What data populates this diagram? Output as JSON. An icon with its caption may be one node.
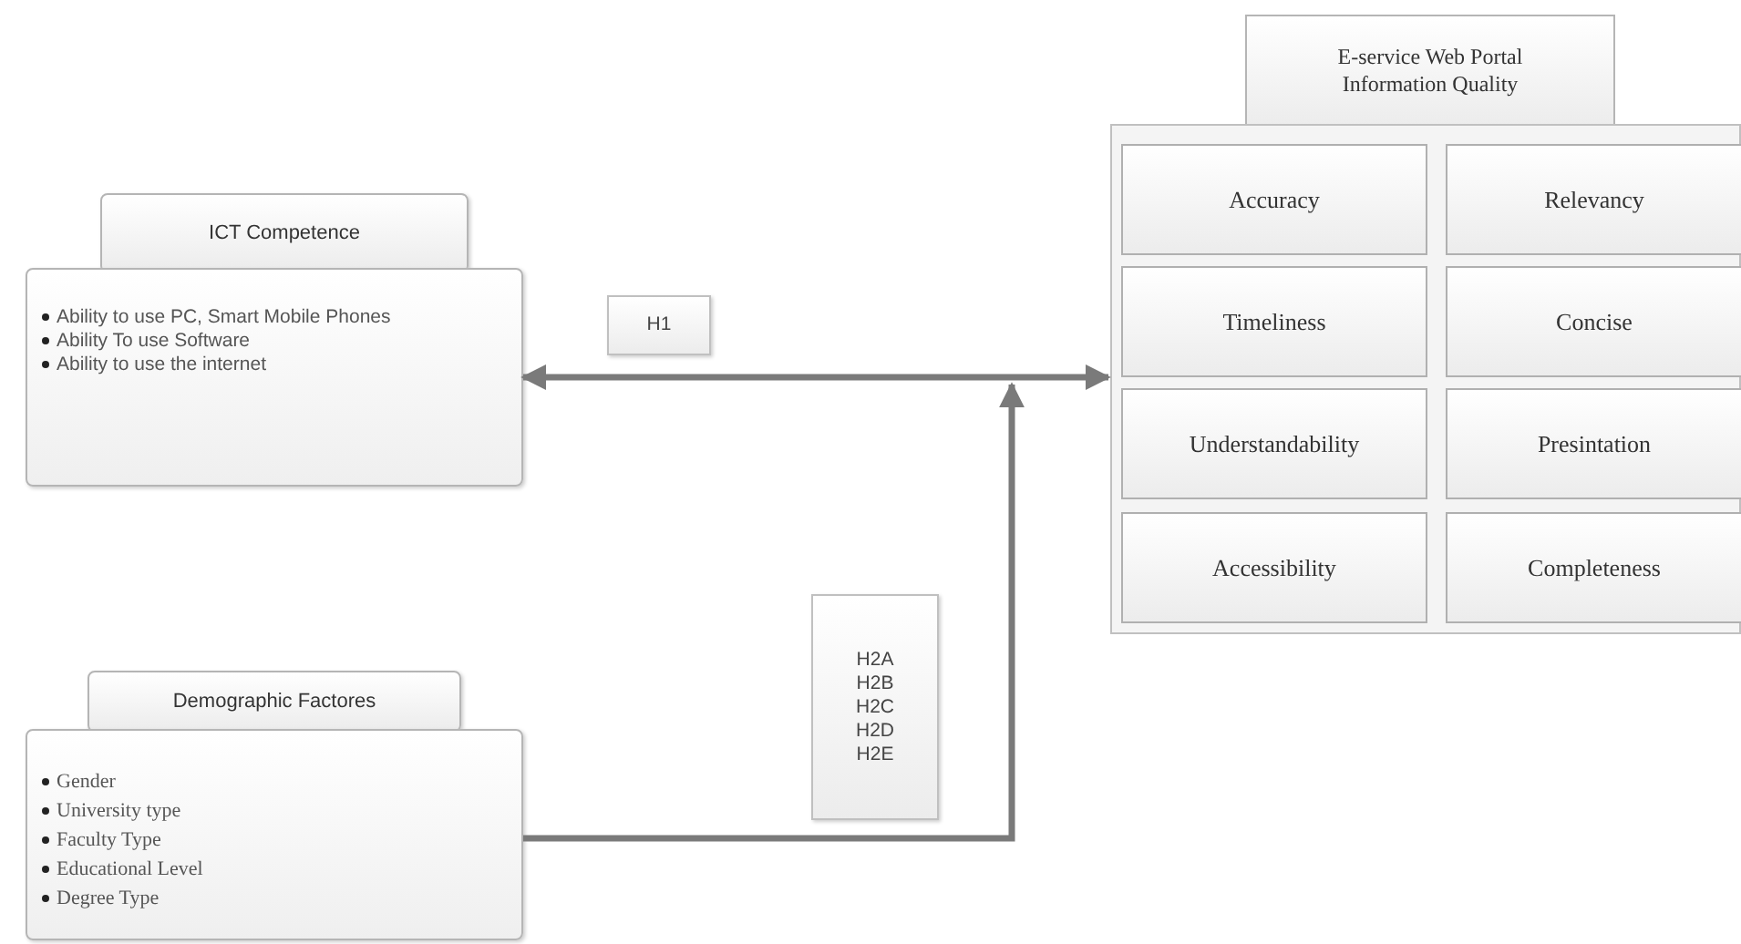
{
  "diagram": {
    "nodes": [
      {
        "text": [
          "ICT Competence"
        ]
      },
      {
        "text": [
          "Ability to use PC, Smart Mobile Phones",
          "Ability To use Software",
          "Ability to use the internet"
        ]
      },
      {
        "text": [
          "Demographic Factores"
        ]
      },
      {
        "text": [
          "Gender",
          "University type",
          "Faculty Type",
          "Educational Level",
          "Degree Type"
        ]
      },
      {
        "text": [
          "E-service Web Portal Information Quality"
        ]
      },
      {
        "text": [],
        "shape": "box"
      },
      {
        "text": [
          "Accuracy"
        ],
        "in": 5
      },
      {
        "text": [
          "Relevancy"
        ],
        "in": 5
      },
      {
        "text": [
          "Timeliness"
        ],
        "in": 5
      },
      {
        "text": [
          "Concise"
        ],
        "in": 5
      },
      {
        "text": [
          "Understandability"
        ],
        "in": 5
      },
      {
        "text": [
          "Presintation"
        ],
        "in": 5
      },
      {
        "text": [
          "Accessibility"
        ],
        "in": 5
      },
      {
        "text": [
          "Completeness"
        ],
        "in": 5
      }
    ],
    "edges": [
      {
        "from": 1,
        "to": 5,
        "arrow": "both",
        "label": "H1"
      },
      {
        "from": 3,
        "to": null,
        "arrow": "to",
        "label": "H2A H2B H2C H2D H2E"
      }
    ]
  }
}
